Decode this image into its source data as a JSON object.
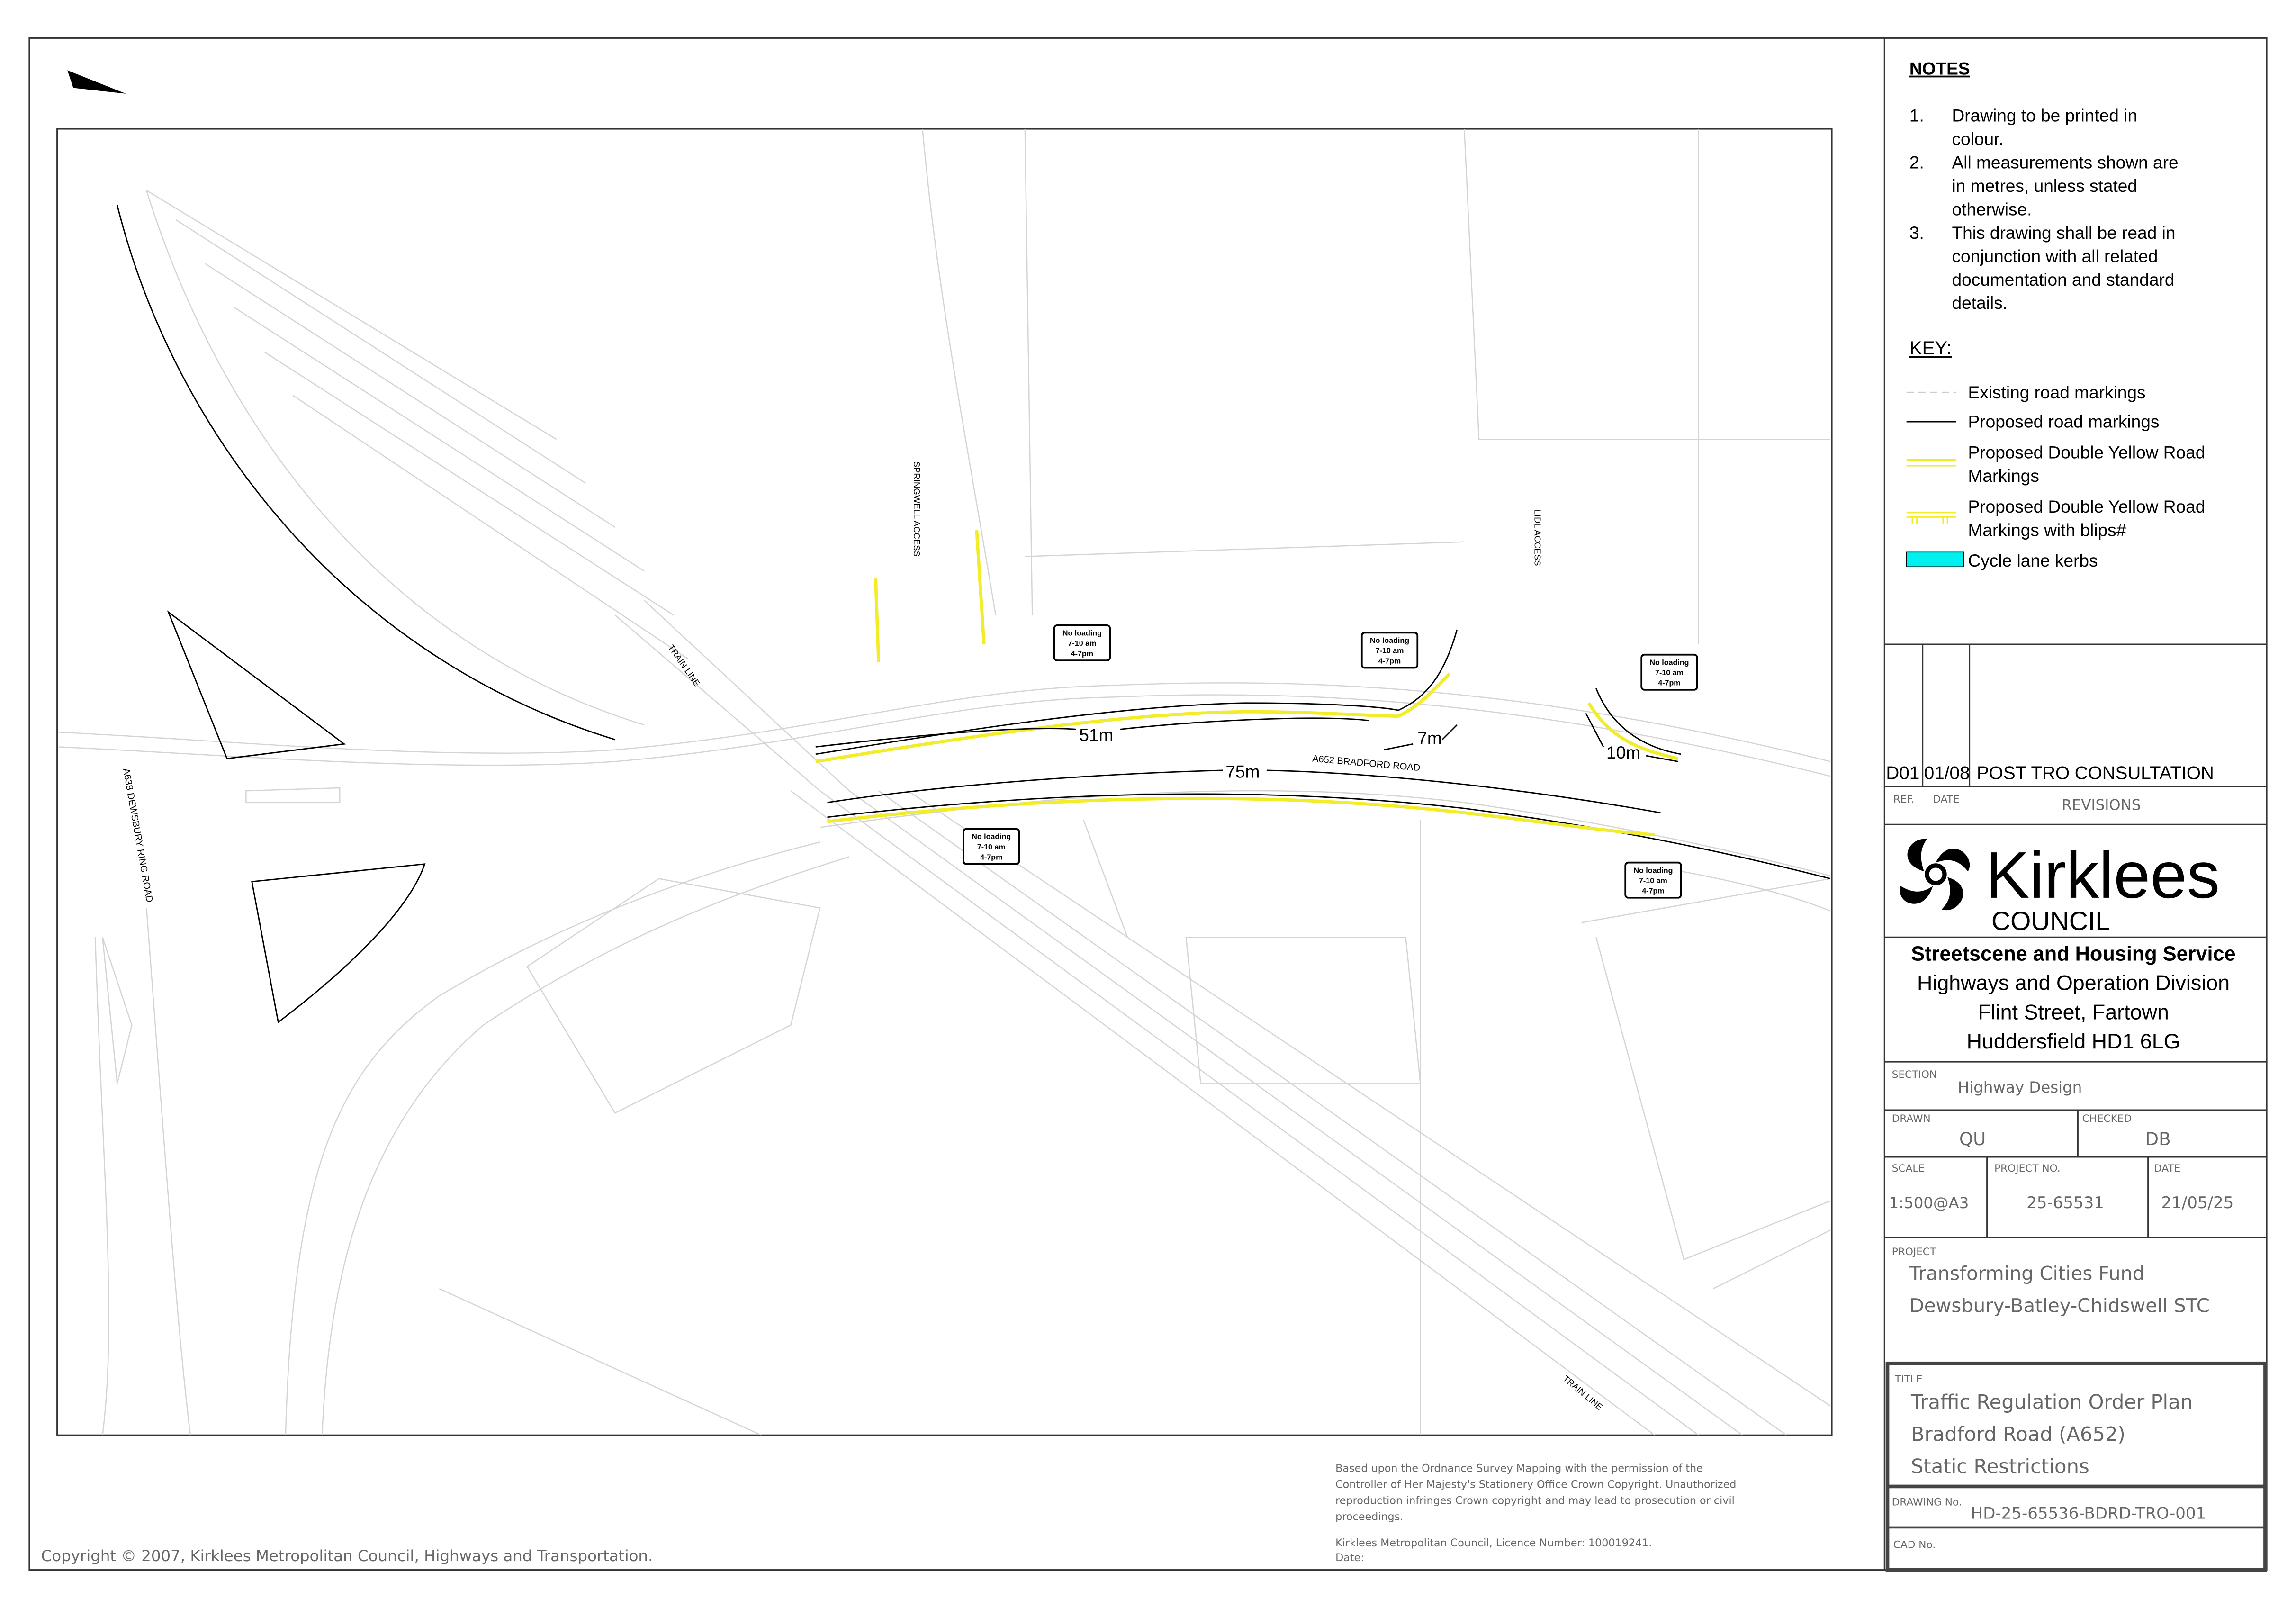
{
  "notes": {
    "heading": "NOTES",
    "items": [
      {
        "num": "1.",
        "lines": [
          "Drawing to be printed in",
          "colour."
        ]
      },
      {
        "num": "2.",
        "lines": [
          "All measurements shown are",
          "in metres, unless stated",
          "otherwise."
        ]
      },
      {
        "num": "3.",
        "lines": [
          "This drawing shall be read in",
          "conjunction with all related",
          "documentation and standard",
          "details."
        ]
      }
    ]
  },
  "key": {
    "heading": "KEY:",
    "items": [
      {
        "lines": [
          "Existing road markings"
        ]
      },
      {
        "lines": [
          "Proposed road markings"
        ]
      },
      {
        "lines": [
          "Proposed Double Yellow Road",
          "Markings"
        ]
      },
      {
        "lines": [
          "Proposed Double Yellow Road",
          "Markings with blips#"
        ]
      },
      {
        "lines": [
          "Cycle lane kerbs"
        ]
      }
    ]
  },
  "revisions": {
    "ref": "D01",
    "date": "01/08",
    "description": "POST TRO CONSULTATION",
    "ref_label": "REF.",
    "date_label": "DATE",
    "header": "REVISIONS"
  },
  "logo": {
    "name": "Kirklees",
    "sub": "COUNCIL"
  },
  "office": {
    "service": "Streetscene and Housing Service",
    "division": "Highways and Operation Division",
    "street": "Flint Street, Fartown",
    "town": "Huddersfield HD1 6LG"
  },
  "titleblock": {
    "section_label": "SECTION",
    "section": "Highway Design",
    "drawn_label": "DRAWN",
    "drawn": "QU",
    "checked_label": "CHECKED",
    "checked": "DB",
    "scale_label": "SCALE",
    "scale": "1:500@A3",
    "project_no_label": "PROJECT NO.",
    "project_no": "25-65531",
    "date_label": "DATE",
    "date": "21/05/25",
    "project_label": "PROJECT",
    "project": [
      "Transforming Cities Fund",
      "Dewsbury-Batley-Chidswell STC"
    ],
    "title_label": "TITLE",
    "title": [
      "Traffic Regulation Order Plan",
      "Bradford Road (A652)",
      "Static Restrictions"
    ],
    "drawing_no_label": "DRAWING No.",
    "drawing_no": "HD-25-65536-BDRD-TRO-001",
    "cad_no_label": "CAD No."
  },
  "map": {
    "roads": {
      "bradford": "A652 BRADFORD ROAD",
      "dewsbury": "A638 DEWSBURY RING ROAD",
      "springwell": "SPRINGWELL ACCESS",
      "lidl": "LIDL ACCESS",
      "train1": "TRAIN LINE",
      "train2": "TRAIN LINE"
    },
    "dimensions": {
      "d51": "51m",
      "d75": "75m",
      "d7": "7m",
      "d10": "10m"
    },
    "sign": {
      "l1": "No loading",
      "l2": "7-10 am",
      "l3": "4-7pm"
    },
    "north": "N"
  },
  "footer": {
    "os_lines": [
      "Based upon the        Ordnance Survey Mapping with the permission of the",
      "Controller of Her Majesty's Stationery Office    Crown Copyright. Unauthorized",
      "reproduction infringes Crown copyright and may lead to prosecution or civil",
      "proceedings."
    ],
    "licence": "Kirklees Metropolitan Council, Licence Number: 100019241.",
    "date": "Date:",
    "copyright": "Copyright © 2007, Kirklees Metropolitan Council, Highways and Transportation."
  },
  "colors": {
    "yellow": "#f2ec2a",
    "cyan": "#00f0f0"
  }
}
